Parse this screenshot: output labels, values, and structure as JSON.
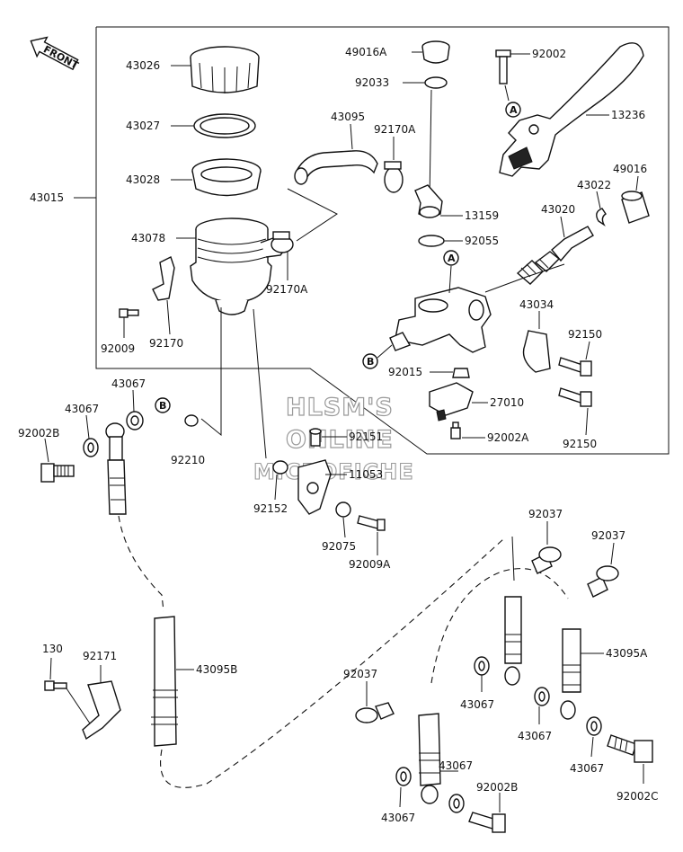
{
  "watermark": {
    "line1": "HLSM'S",
    "line2": "ONLINE",
    "line3": "MICROFICHE"
  },
  "front_arrow": {
    "label": "FRONT"
  },
  "callouts": {
    "a": "A",
    "b": "B"
  },
  "parts": {
    "p43026": "43026",
    "p43027": "43027",
    "p43028": "43028",
    "p43015": "43015",
    "p43078": "43078",
    "p92009": "92009",
    "p92170": "92170",
    "p43095": "43095",
    "p92170A": "92170A",
    "p92170A_b": "92170A",
    "p49016A": "49016A",
    "p92033": "92033",
    "p13159": "13159",
    "p92055": "92055",
    "p92002": "92002",
    "p13236": "13236",
    "p49016": "49016",
    "p43022": "43022",
    "p43020": "43020",
    "p43034": "43034",
    "p92150_a": "92150",
    "p92150_b": "92150",
    "p92015": "92015",
    "p27010": "27010",
    "p92002A": "92002A",
    "p43067_a": "43067",
    "p43067_b": "43067",
    "p92002B_a": "92002B",
    "p92210": "92210",
    "p92151": "92151",
    "p11053": "11053",
    "p92152": "92152",
    "p92075": "92075",
    "p92009A": "92009A",
    "p92037_a": "92037",
    "p92037_b": "92037",
    "p92037_c": "92037",
    "p130": "130",
    "p92171": "92171",
    "p43095B": "43095B",
    "p43095A": "43095A",
    "p43067_c": "43067",
    "p43067_d": "43067",
    "p43067_e": "43067",
    "p43067_f": "43067",
    "p43067_g": "43067",
    "p92002B_b": "92002B",
    "p92002C": "92002C"
  }
}
